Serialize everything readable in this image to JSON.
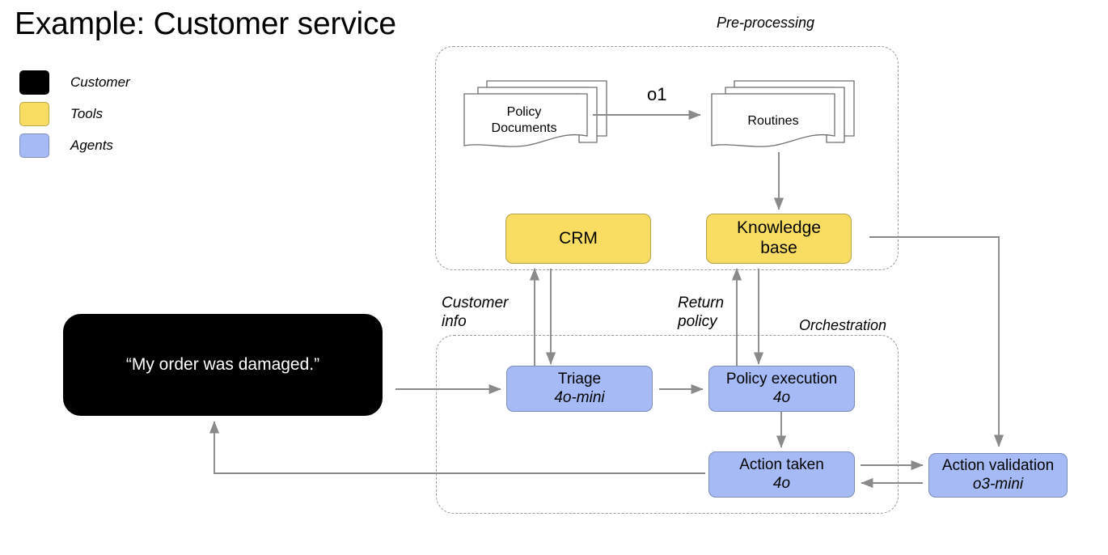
{
  "page": {
    "title": "Example: Customer service",
    "background_color": "#ffffff"
  },
  "legend": {
    "items": [
      {
        "label": "Customer",
        "color": "#000000",
        "swatch_name": "legend-swatch-customer"
      },
      {
        "label": "Tools",
        "color": "#F8DD62",
        "swatch_name": "legend-swatch-tools"
      },
      {
        "label": "Agents",
        "color": "#A6BAF5",
        "swatch_name": "legend-swatch-agents"
      }
    ]
  },
  "groups": [
    {
      "id": "pre-processing",
      "label": "Pre-processing"
    },
    {
      "id": "orchestration",
      "label": "Orchestration"
    }
  ],
  "nodes": {
    "customer": {
      "title": "“My order was damaged.”",
      "type": "customer"
    },
    "policy_documents": {
      "line1": "Policy",
      "line2": "Documents",
      "type": "document-stack"
    },
    "routines": {
      "line1": "Routines",
      "line2": "",
      "type": "document-stack"
    },
    "crm": {
      "title": "CRM",
      "subtitle": "",
      "type": "tool"
    },
    "knowledge_base": {
      "title": "Knowledge",
      "title2": "base",
      "subtitle": "",
      "type": "tool"
    },
    "triage": {
      "title": "Triage",
      "subtitle": "4o-mini",
      "type": "agent"
    },
    "policy_execution": {
      "title": "Policy execution",
      "subtitle": "4o",
      "type": "agent"
    },
    "action_taken": {
      "title": "Action taken",
      "subtitle": "4o",
      "type": "agent"
    },
    "action_validation": {
      "title": "Action validation",
      "subtitle": "o3-mini",
      "type": "agent"
    }
  },
  "edge_labels": {
    "o1": "o1",
    "customer_info_l1": "Customer",
    "customer_info_l2": "info",
    "return_policy_l1": "Return",
    "return_policy_l2": "policy"
  },
  "colors": {
    "tool_fill": "#F8DD62",
    "tool_stroke": "#B2A24C",
    "agent_fill": "#A6BAF5",
    "agent_stroke": "#7C8CB5",
    "customer_fill": "#000000",
    "connector": "#8a8a8a",
    "group_border": "#9a9a9a",
    "doc_stroke": "#6f6f6f"
  }
}
